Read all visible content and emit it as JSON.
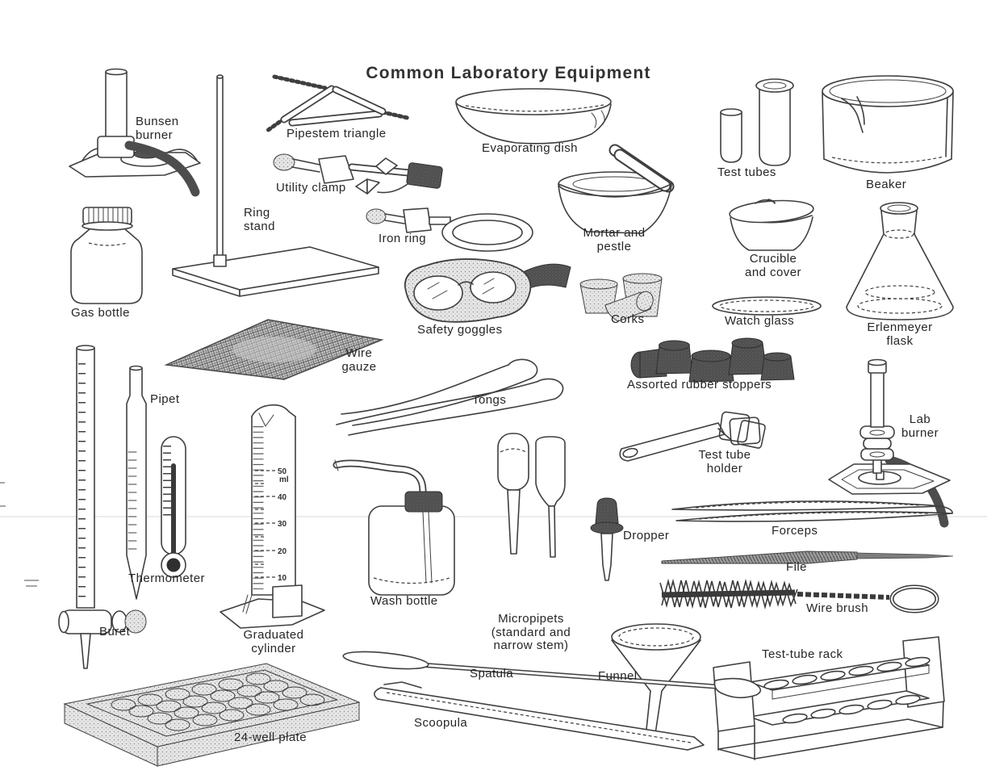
{
  "title": "Common Laboratory Equipment",
  "items": {
    "bunsen_burner": {
      "label": "Bunsen\nburner"
    },
    "pipestem_triangle": {
      "label": "Pipestem triangle"
    },
    "evaporating_dish": {
      "label": "Evaporating dish"
    },
    "test_tubes": {
      "label": "Test tubes"
    },
    "beaker": {
      "label": "Beaker"
    },
    "utility_clamp": {
      "label": "Utility clamp"
    },
    "ring_stand": {
      "label": "Ring\nstand"
    },
    "iron_ring": {
      "label": "Iron ring"
    },
    "mortar_and_pestle": {
      "label": "Mortar and\npestle"
    },
    "crucible_and_cover": {
      "label": "Crucible\nand cover"
    },
    "gas_bottle": {
      "label": "Gas bottle"
    },
    "safety_goggles": {
      "label": "Safety goggles"
    },
    "corks": {
      "label": "Corks"
    },
    "watch_glass": {
      "label": "Watch glass"
    },
    "erlenmeyer_flask": {
      "label": "Erlenmeyer\nflask"
    },
    "wire_gauze": {
      "label": "Wire\ngauze"
    },
    "tongs": {
      "label": "Tongs"
    },
    "assorted_rubber_stoppers": {
      "label": "Assorted rubber stoppers"
    },
    "pipet": {
      "label": "Pipet"
    },
    "lab_burner": {
      "label": "Lab\nburner"
    },
    "test_tube_holder": {
      "label": "Test tube\nholder"
    },
    "thermometer": {
      "label": "Thermometer"
    },
    "buret": {
      "label": "Buret"
    },
    "graduated_cylinder": {
      "label": "Graduated\ncylinder"
    },
    "wash_bottle": {
      "label": "Wash bottle"
    },
    "micropipets": {
      "label": "Micropipets\n(standard and\nnarrow stem)"
    },
    "dropper": {
      "label": "Dropper"
    },
    "forceps": {
      "label": "Forceps"
    },
    "file": {
      "label": "File"
    },
    "wire_brush": {
      "label": "Wire brush"
    },
    "funnel": {
      "label": "Funnel"
    },
    "test_tube_rack": {
      "label": "Test-tube rack"
    },
    "spatula": {
      "label": "Spatula"
    },
    "scoopula": {
      "label": "Scoopula"
    },
    "well_plate_24": {
      "label": "24-well plate"
    }
  },
  "graduated_cylinder_scale": {
    "unit": "ml",
    "marks": [
      "50",
      "40",
      "30",
      "20",
      "10"
    ]
  },
  "colors": {
    "ink": "#3f3f3f",
    "dark_fill": "#4d4d4d",
    "paper": "#ffffff"
  }
}
